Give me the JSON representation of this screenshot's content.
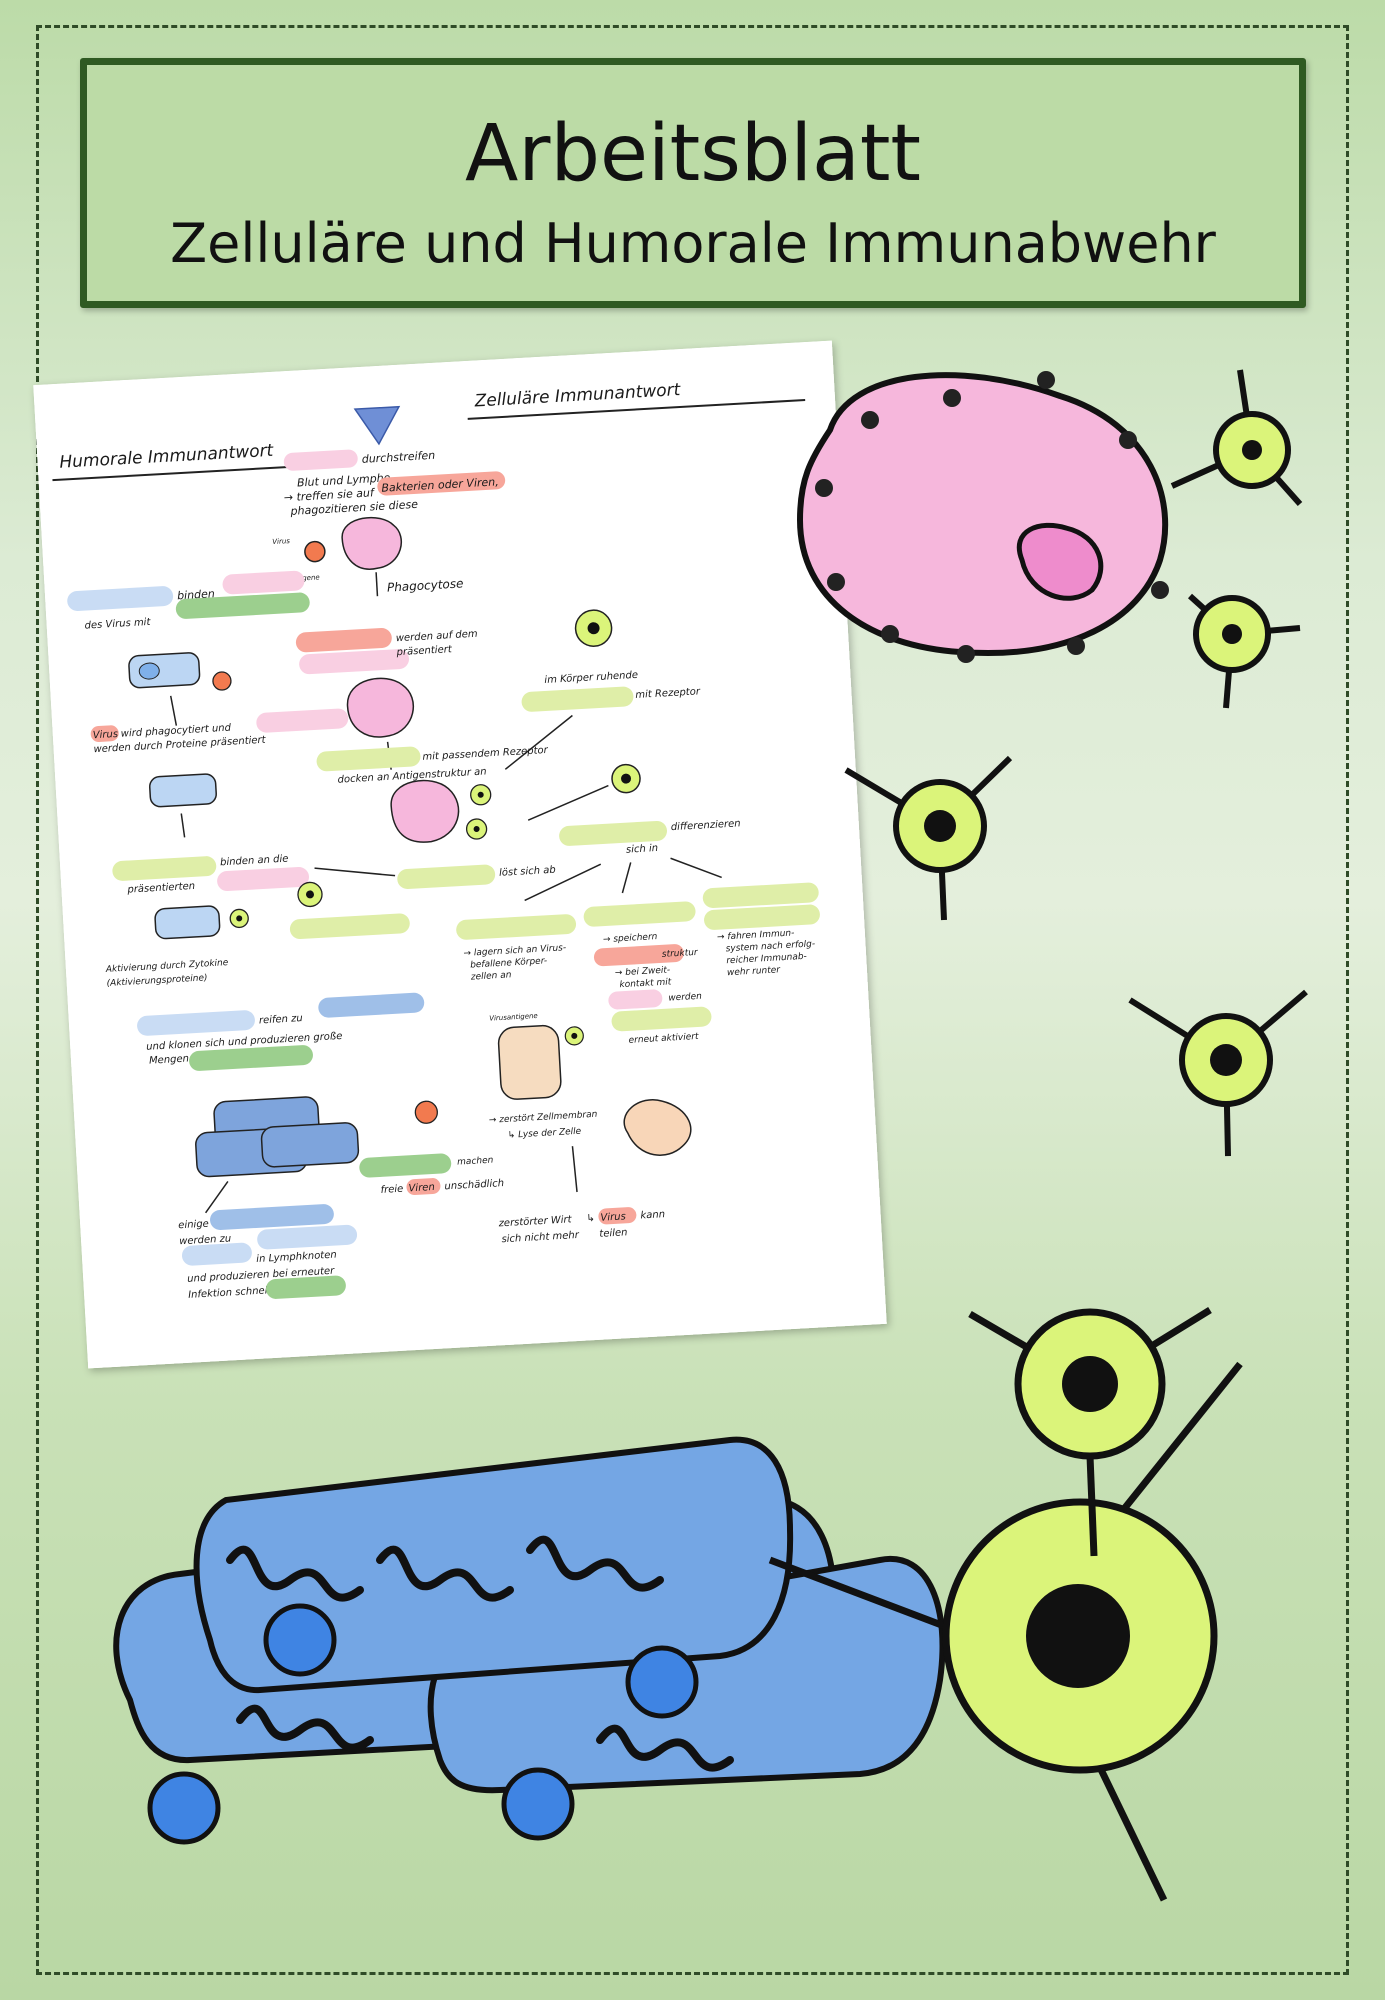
{
  "header": {
    "title": "Arbeitsblatt",
    "subtitle": "Zelluläre und Humorale Immunabwehr"
  },
  "worksheet": {
    "humoral_heading": "Humorale Immunantwort",
    "cellular_heading": "Zelluläre Immunantwort",
    "labels": {
      "durchstreifen": "durchstreifen",
      "blut_lymphe": "Blut und Lymphe",
      "treffen": "→ treffen sie auf",
      "bakterien": "Bakterien oder Viren,",
      "phagozitieren": "phagozitieren sie diese",
      "virus": "Virus",
      "antigene": "Antigene",
      "phagocytose": "Phagocytose",
      "binden": "binden",
      "des_virus": "des Virus mit",
      "werden_auf": "werden auf dem",
      "praesentiert": "präsentiert",
      "ruhende": "im Körper ruhende",
      "mit_rezeptor": "mit Rezeptor",
      "virus_phago_1": "Virus",
      "virus_phago_2": "wird phagocytiert und",
      "virus_phago_3": "werden durch Proteine präsentiert",
      "mit_passendem": "mit passendem Rezeptor",
      "docken_an": "docken an Antigenstruktur an",
      "binden_an": "binden an die",
      "praesentierten": "präsentierten",
      "loest_sich": "löst sich ab",
      "differenzieren": "differenzieren",
      "sich_in": "sich in",
      "aktivierung_1": "Aktivierung durch Zytokine",
      "aktivierung_2": "(Aktivierungsproteine)",
      "lagern_1": "→ lagern sich an Virus-",
      "lagern_2": "befallene Körper-",
      "lagern_3": "zellen an",
      "speichern": "→ speichern",
      "struktur": "struktur",
      "zweit_1": "→ bei Zweit-",
      "zweit_2": "kontakt mit",
      "werden": "werden",
      "fahren_1": "→ fahren Immun-",
      "fahren_2": "system nach erfolg-",
      "fahren_3": "reicher Immunab-",
      "fahren_4": "wehr runter",
      "reifen": "reifen zu",
      "klonen_1": "und klonen sich und produzieren große",
      "klonen_2": "Mengen",
      "virusantigene": "Virusantigene",
      "erneut": "erneut aktiviert",
      "zerstoert": "→ zerstört Zellmembran",
      "lyse": "↳ Lyse der Zelle",
      "machen": "machen",
      "freie_viren_1": "freie",
      "freie_viren_2": "Viren",
      "freie_viren_3": "unschädlich",
      "einige": "einige",
      "werden_zu": "werden zu",
      "lymphknoten": "in Lymphknoten",
      "produzieren_bei": "und produzieren bei erneuter",
      "infektion": "Infektion schnell",
      "zerstoerter_1": "zerstörter Wirt",
      "zerstoerter_2": "↳",
      "zerstoerter_3": "Virus",
      "zerstoerter_4": "kann",
      "zerstoerter_5": "sich nicht mehr",
      "zerstoerter_6": "teilen"
    }
  },
  "colors": {
    "title_box_fill": "#bcdba6",
    "title_box_border": "#2f5a22",
    "frame_dash": "#2f4b27",
    "macrophage_pink": "#f6b7dc",
    "lymphocyte_green": "#dbf47a",
    "plasma_cell_blue": "#74a6e4",
    "nucleus_blue": "#3f84e3",
    "blank_pink": "#f9cfe2",
    "blank_blue": "#c9dcf4",
    "blank_green": "#9ccf8e",
    "blank_yellow_green": "#dfeea8",
    "blank_salmon": "#f7a69a"
  },
  "illustrations": [
    "macrophage-with-receptor-cells",
    "t-lymphocyte-icons",
    "plasma-cells-with-b-lymphocyte"
  ]
}
